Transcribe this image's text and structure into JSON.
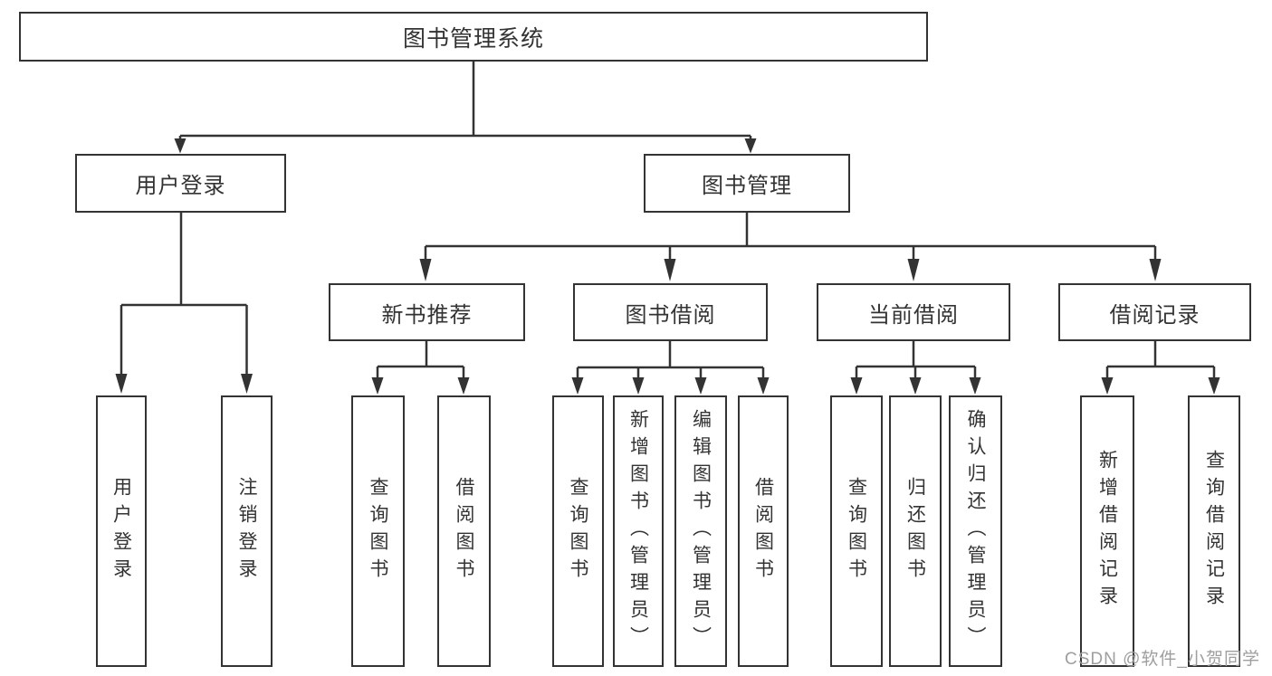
{
  "diagram": {
    "root": {
      "label": "图书管理系统"
    },
    "branches": [
      {
        "label": "用户登录",
        "children": [
          {
            "label": "用户登录"
          },
          {
            "label": "注销登录"
          }
        ]
      },
      {
        "label": "图书管理",
        "children": [
          {
            "label": "新书推荐",
            "children": [
              {
                "label": "查询图书"
              },
              {
                "label": "借阅图书"
              }
            ]
          },
          {
            "label": "图书借阅",
            "children": [
              {
                "label": "查询图书"
              },
              {
                "label": "新增图书（管理员）"
              },
              {
                "label": "编辑图书（管理员）"
              },
              {
                "label": "借阅图书"
              }
            ]
          },
          {
            "label": "当前借阅",
            "children": [
              {
                "label": "查询图书"
              },
              {
                "label": "归还图书"
              },
              {
                "label": "确认归还（管理员）"
              }
            ]
          },
          {
            "label": "借阅记录",
            "children": [
              {
                "label": "新增借阅记录"
              },
              {
                "label": "查询借阅记录"
              }
            ]
          }
        ]
      }
    ]
  },
  "watermark": {
    "text": "CSDN @软件_小贺同学",
    "color": "#9e9e9e"
  },
  "colors": {
    "line": "#333333",
    "text": "#333333",
    "background": "#ffffff"
  }
}
